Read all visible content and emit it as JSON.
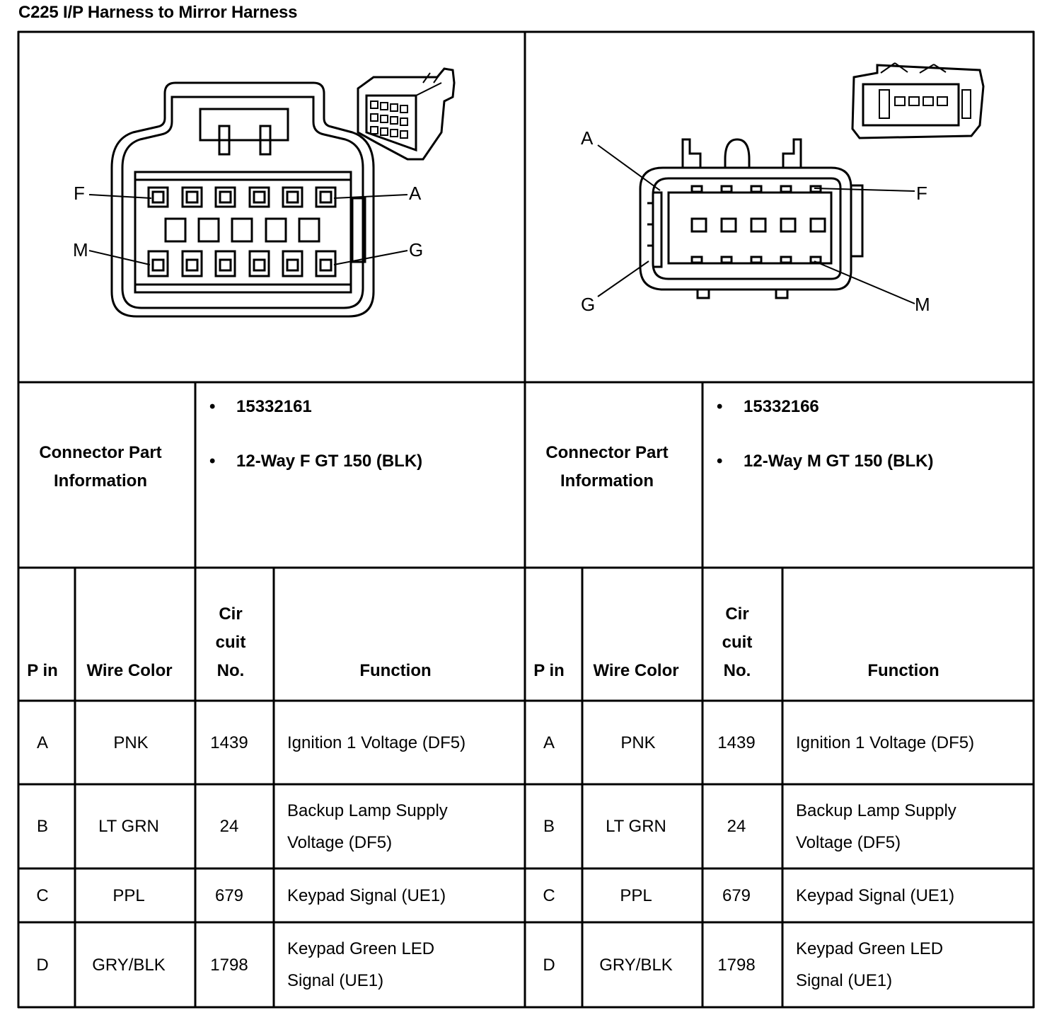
{
  "title": "C225 I/P Harness to Mirror Harness",
  "connectors": [
    {
      "side": "left",
      "view_labels": {
        "top_left": "F",
        "top_right": "A",
        "bottom_left": "M",
        "bottom_right": "G"
      },
      "part_info_label": "Connector Part Information",
      "part_info": [
        "15332161",
        "12-Way F GT 150 (BLK)"
      ]
    },
    {
      "side": "right",
      "view_labels": {
        "top_left": "A",
        "top_right": "F",
        "bottom_left": "G",
        "bottom_right": "M"
      },
      "part_info_label": "Connector Part Information",
      "part_info": [
        "15332166",
        "12-Way M GT 150 (BLK)"
      ]
    }
  ],
  "headers": {
    "pin": "P in",
    "wire_color": "Wire Color",
    "circuit": "Cir cuit No.",
    "function": "Function"
  },
  "rows": [
    {
      "pin": "A",
      "wire_color": "PNK",
      "circuit": "1439",
      "function": "Ignition 1 Voltage (DF5)"
    },
    {
      "pin": "B",
      "wire_color": "LT GRN",
      "circuit": "24",
      "function": "Backup Lamp Supply Voltage (DF5)"
    },
    {
      "pin": "C",
      "wire_color": "PPL",
      "circuit": "679",
      "function": "Keypad Signal (UE1)"
    },
    {
      "pin": "D",
      "wire_color": "GRY/BLK",
      "circuit": "1798",
      "function": "Keypad Green LED Signal (UE1)"
    }
  ]
}
